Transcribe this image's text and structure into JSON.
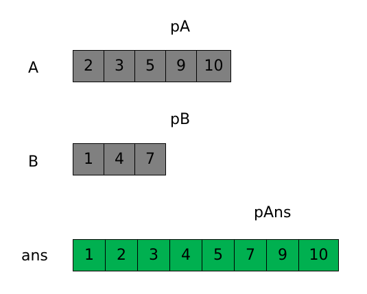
{
  "arrays": [
    {
      "id": "A",
      "row_label": "A",
      "pointer_label": "pA",
      "fill": "#808080",
      "values": [
        "2",
        "3",
        "5",
        "9",
        "10"
      ]
    },
    {
      "id": "B",
      "row_label": "B",
      "pointer_label": "pB",
      "fill": "#808080",
      "values": [
        "1",
        "4",
        "7"
      ]
    },
    {
      "id": "ans",
      "row_label": "ans",
      "pointer_label": "pAns",
      "fill": "#00b050",
      "values": [
        "1",
        "2",
        "3",
        "4",
        "5",
        "7",
        "9",
        "10"
      ]
    }
  ]
}
